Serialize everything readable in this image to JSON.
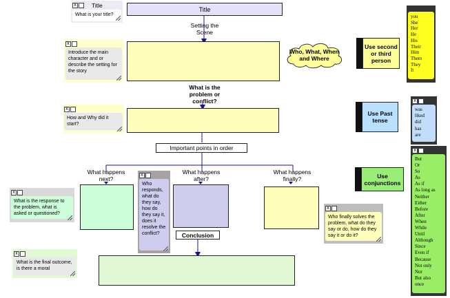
{
  "title_note": {
    "label": "Title",
    "text": "What is your title?"
  },
  "title_box": {
    "text": "Title"
  },
  "setting_label": "Setting the Scene",
  "intro_note": {
    "text": "Introduce the main character and or describe the setting for the story"
  },
  "cloud": {
    "text": "Who, What, When and Where"
  },
  "problem_label": "What is the problem or conflict?",
  "how_note": {
    "text": "How and Why did it start?"
  },
  "important_box": {
    "text": "Important points in order"
  },
  "branch_labels": {
    "next": "What happens next?",
    "after": "What happens after?",
    "finally": "What happens finally?"
  },
  "responds_note": {
    "text": "Who responds, what do they say, how do they say it, does it resolve the conflict?"
  },
  "response_note": {
    "text": "What is the response to the problem, what is asked or questioned?"
  },
  "solves_note": {
    "text": "Who finally solves the problem, what do they say or do, how do they say it or do it?"
  },
  "conclusion_box": {
    "text": "Conclusion"
  },
  "final_note": {
    "text": "What is the final outcome, is there a moral"
  },
  "tips": {
    "person": "Use second or third person",
    "past": "Use Past tense",
    "conj": "Use conjunctions"
  },
  "pronouns": [
    "you",
    "She",
    "Her",
    "He",
    "His",
    "Their",
    "Him",
    "Them",
    "They",
    "It"
  ],
  "past_words": [
    "was",
    "liked",
    "did",
    "has",
    "are"
  ],
  "conjunctions": [
    "But",
    "Or",
    "So",
    "As",
    "As if",
    "As long as",
    "Neither",
    "Either",
    "Before",
    "After",
    "When",
    "While",
    "Until",
    "Although",
    "Since",
    "Even if",
    "Because",
    "Not only",
    "Nor",
    "But also",
    "once"
  ],
  "colors": {
    "title": "#e6e0fb",
    "yellow": "#ffffbb",
    "green": "#ccffd9",
    "purple": "#cfcdee",
    "ltgreen": "#e2f7d3",
    "arrow": "#16168a"
  }
}
